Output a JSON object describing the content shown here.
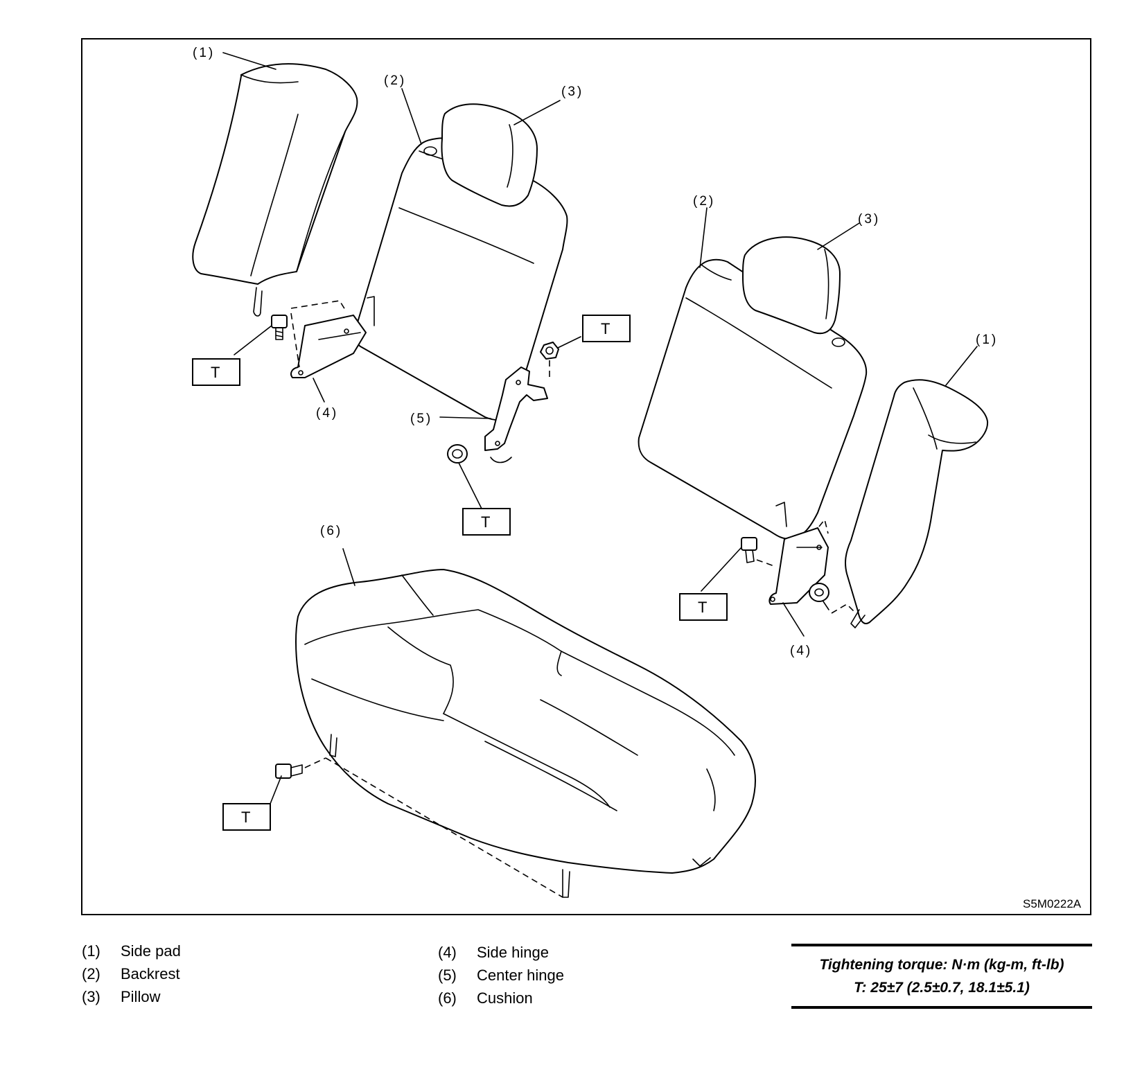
{
  "figure_code": "S5M0222A",
  "torque_marker": "T",
  "callouts": {
    "c1": "(1)",
    "c2": "(2)",
    "c3": "(3)",
    "c4": "(4)",
    "c5": "(5)",
    "c6": "(6)"
  },
  "legend_left": [
    {
      "num": "(1)",
      "label": "Side pad"
    },
    {
      "num": "(2)",
      "label": "Backrest"
    },
    {
      "num": "(3)",
      "label": "Pillow"
    }
  ],
  "legend_right": [
    {
      "num": "(4)",
      "label": "Side hinge"
    },
    {
      "num": "(5)",
      "label": "Center hinge"
    },
    {
      "num": "(6)",
      "label": "Cushion"
    }
  ],
  "torque": {
    "heading": "Tightening torque: N·m (kg-m, ft-lb)",
    "value": "T: 25±7 (2.5±0.7, 18.1±5.1)"
  }
}
